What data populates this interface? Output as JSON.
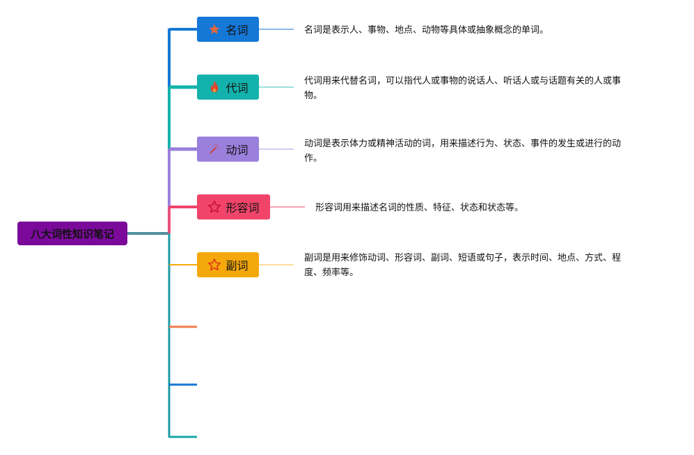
{
  "root": {
    "title": "八大词性知识笔记"
  },
  "colors": {
    "root_fill": "#7b0a9b",
    "noun": "#1577d6",
    "pronoun": "#14b2ac",
    "verb": "#9a7fdc",
    "adjective": "#f0446a",
    "adverb": "#f5a80c",
    "branch6": "#f07a4a",
    "branch7": "#1577d6",
    "branch8": "#18a7a7",
    "spine_top": "#1577d6",
    "spine_mid": "#14b2ac",
    "spine_low": "#9a7fdc"
  },
  "branches": [
    {
      "label": "名词",
      "icon": "star-filled-icon",
      "description": "名词是表示人、事物、地点、动物等具体或抽象概念的单词。"
    },
    {
      "label": "代词",
      "icon": "flame-icon",
      "description_lines": [
        "代词用来代替名词，可以指代人或事物的说话人、听话人或与话题有关的人或事",
        "物。"
      ]
    },
    {
      "label": "动词",
      "icon": "magic-wand-icon",
      "description_lines": [
        "动词是表示体力或精神活动的词，用来描述行为、状态、事件的发生或进行的动",
        "作。"
      ]
    },
    {
      "label": "形容词",
      "icon": "star-outline-icon",
      "description": "形容词用来描述名词的性质、特征、状态和状态等。"
    },
    {
      "label": "副词",
      "icon": "star-outline-icon",
      "description_lines": [
        "副词是用来修饰动词、形容词、副词、短语或句子，表示时间、地点、方式、程",
        "度、频率等。"
      ]
    }
  ]
}
